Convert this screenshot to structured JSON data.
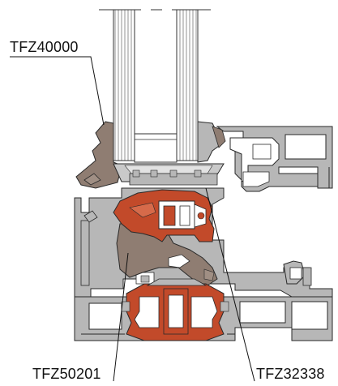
{
  "diagram": {
    "part_labels": [
      {
        "id": "gasket-glazing",
        "text": "TFZ40000"
      },
      {
        "id": "gasket-sash",
        "text": "TFZ50201"
      },
      {
        "id": "gasket-centre",
        "text": "TFZ32338"
      }
    ],
    "colors": {
      "aluminium": "#b7b7b7",
      "thermal_break": "#c24a2a",
      "gasket": "#8f7d72",
      "outline": "#2a2a2a",
      "glass_line": "#555555"
    }
  }
}
